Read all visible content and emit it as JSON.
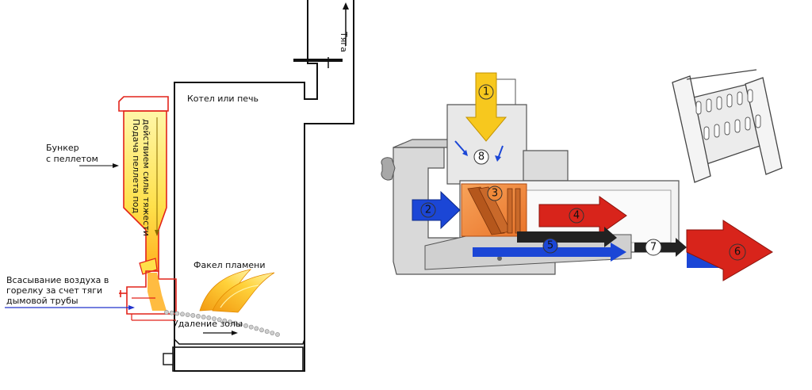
{
  "left_diagram": {
    "draft_label": "Тяга",
    "boiler_label": "Котел или печь",
    "hopper_label_line1": "Бункер",
    "hopper_label_line2": "с пеллетом",
    "feed_label_line1": "Подача пеллета под",
    "feed_label_line2": "действием силы тяжести",
    "air_label_line1": "Всасывание воздуха в",
    "air_label_line2": "горелку за счет тяги",
    "air_label_line3": "дымовой трубы",
    "flame_label": "Факел пламени",
    "ash_label": "Удаление золы"
  },
  "right_diagram": {
    "markers": [
      "1",
      "2",
      "3",
      "4",
      "5",
      "6",
      "7",
      "8"
    ]
  },
  "colors": {
    "hopper_outline": "#e2231a",
    "hopper_fill": "#ffe95a",
    "air_line": "#2233cc",
    "arrow_yellow": "#f7c81e",
    "arrow_blue": "#1b46d6",
    "arrow_red": "#d8241b",
    "chamber_orange": "#f08a3a",
    "metal_grey": "#d9d9d9"
  }
}
